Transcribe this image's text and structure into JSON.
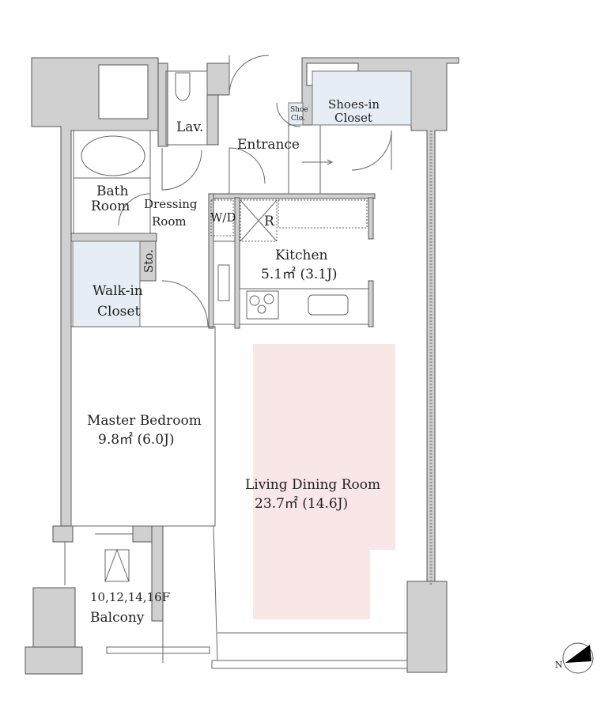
{
  "rooms": {
    "lav": "Lav.",
    "entrance": "Entrance",
    "shoe_clo_1": "Shoe",
    "shoe_clo_2": "Clo.",
    "shoes_in_1": "Shoes-in",
    "shoes_in_2": "Closet",
    "bath_1": "Bath",
    "bath_2": "Room",
    "dressing_1": "Dressing",
    "dressing_2": "Room",
    "wd": "W/D",
    "fridge": "R",
    "sto": "Sto.",
    "kitchen": "Kitchen",
    "kitchen_area": "5.1㎡ (3.1J)",
    "walkin_1": "Walk-in",
    "walkin_2": "Closet",
    "bedroom": "Master Bedroom",
    "bedroom_area": "9.8㎡ (6.0J)",
    "ldr": "Living Dining Room",
    "ldr_area": "23.7㎡ (14.6J)",
    "floors": "10,12,14,16F",
    "balcony": "Balcony"
  },
  "compass": {
    "letter": "N"
  },
  "colors": {
    "wall": "#d0d0d0",
    "closet": "#e6edf5",
    "ldr": "#f9e6e6",
    "line": "#555555"
  }
}
